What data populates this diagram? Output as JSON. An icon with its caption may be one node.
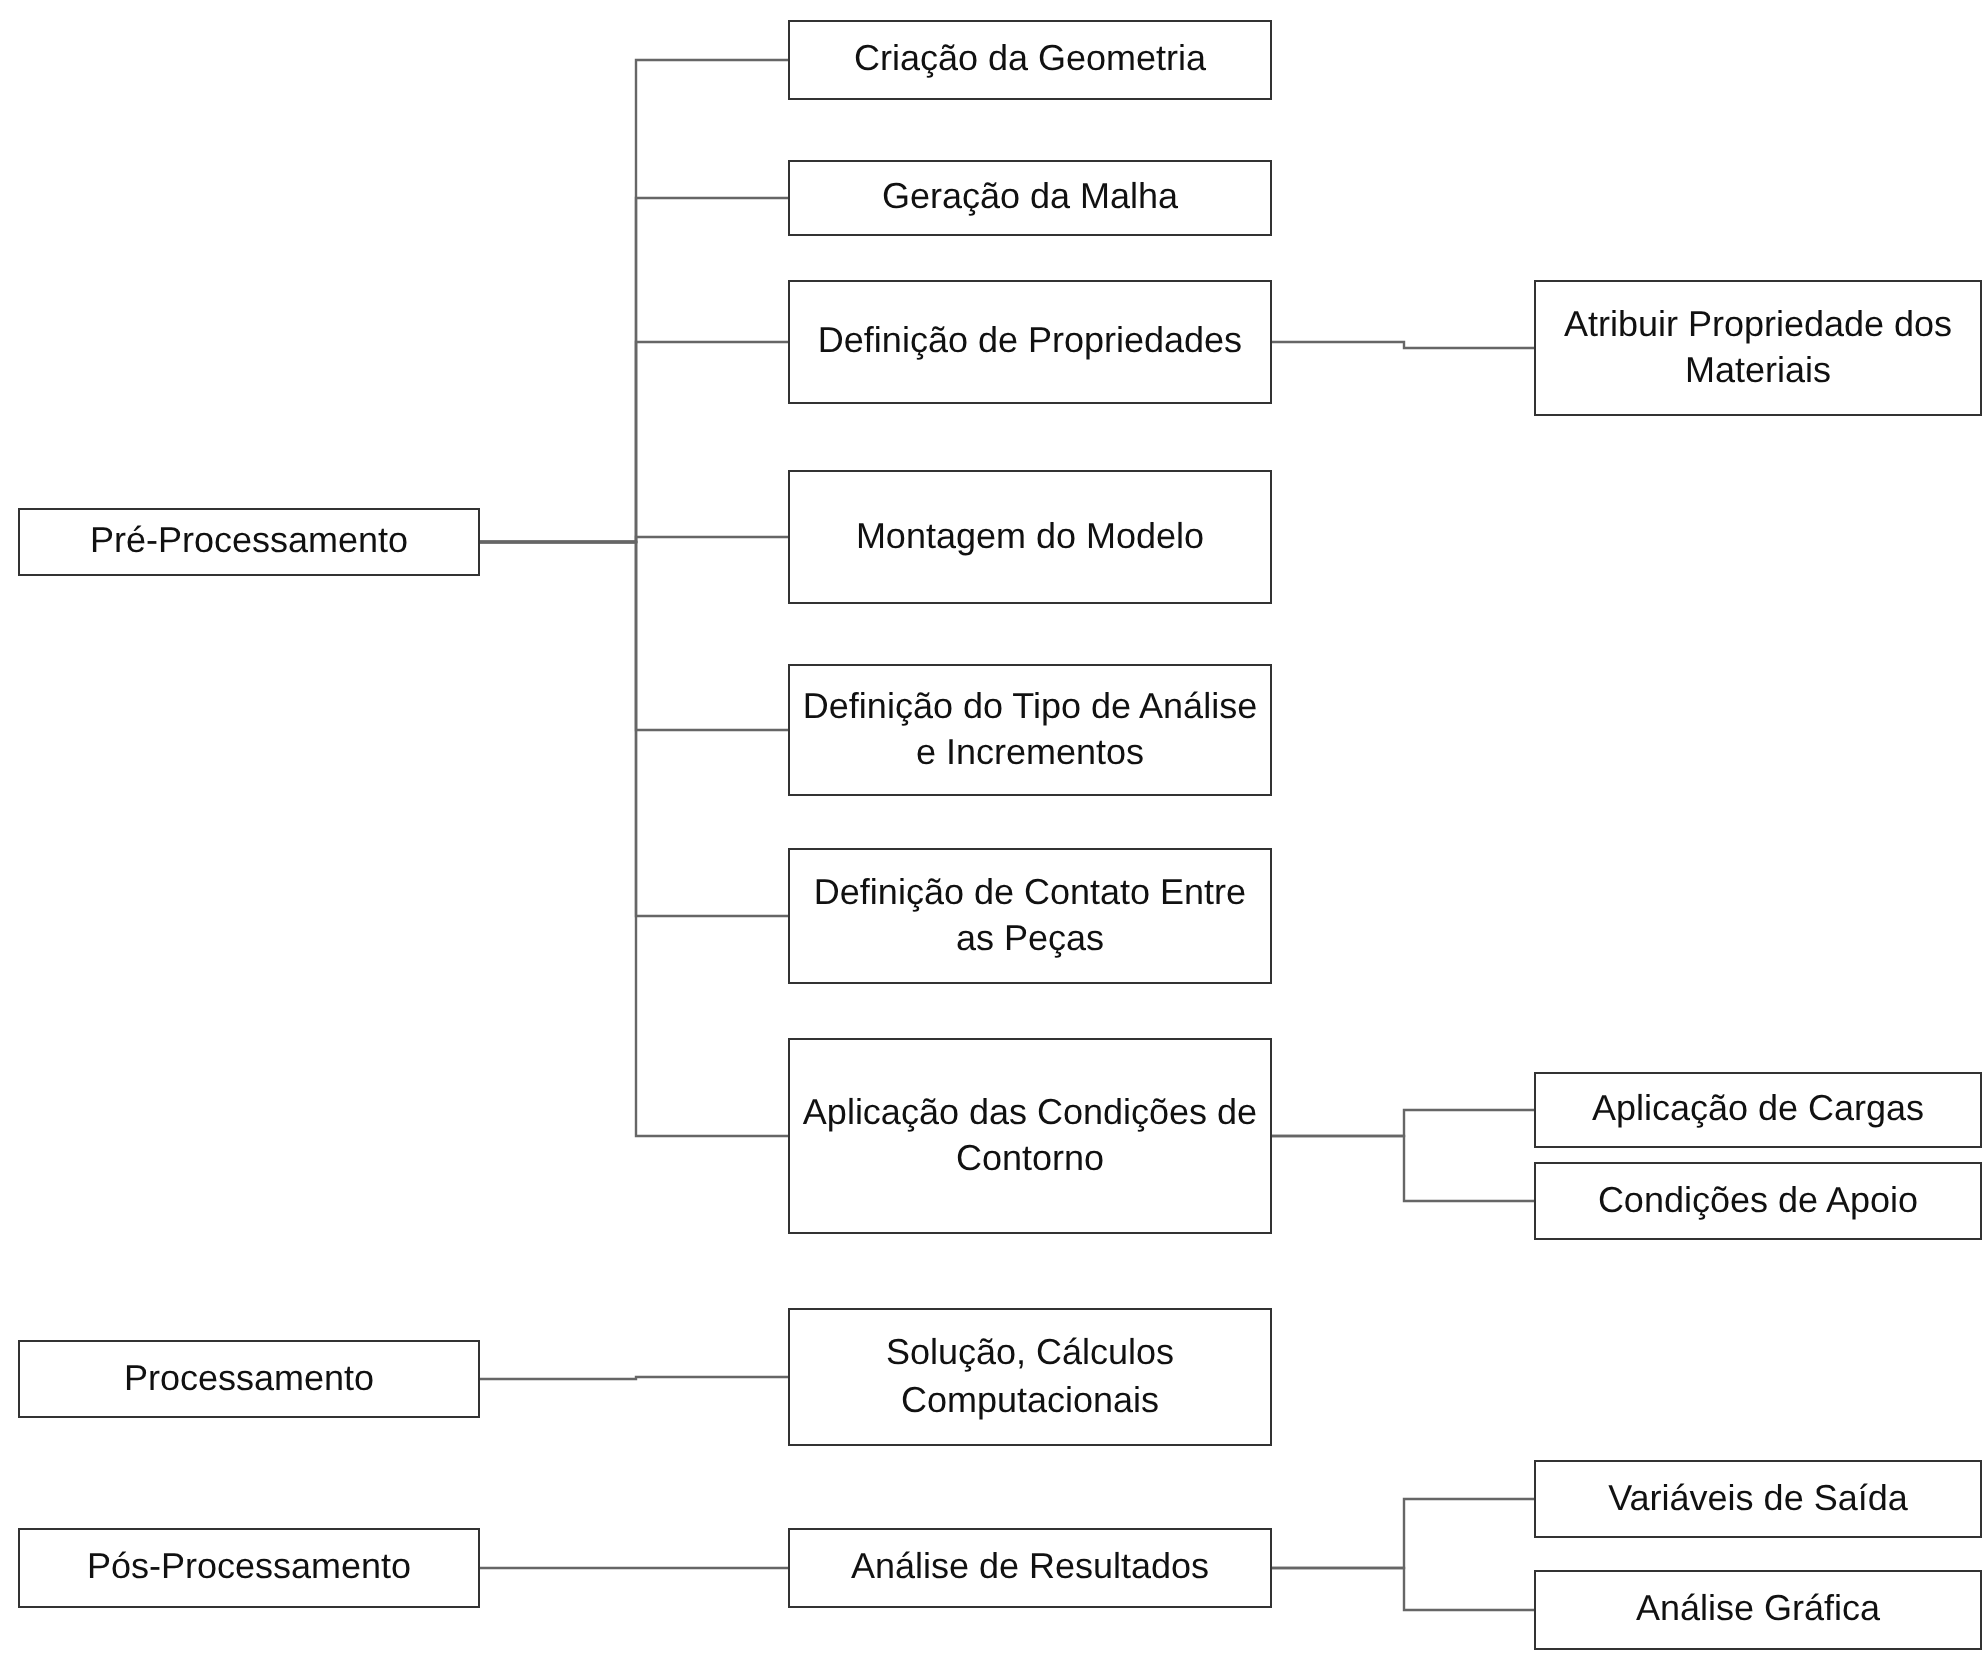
{
  "diagram": {
    "nodes": [
      {
        "text": [
          "Pré-Processamento"
        ]
      },
      {
        "text": [
          "Criação da Geometria"
        ]
      },
      {
        "text": [
          "Geração da Malha"
        ]
      },
      {
        "text": [
          "Definição de Propriedades"
        ]
      },
      {
        "text": [
          "Atribuir Propriedade dos Materiais"
        ]
      },
      {
        "text": [
          "Montagem do Modelo"
        ]
      },
      {
        "text": [
          "Definição do Tipo de Análise e Incrementos"
        ]
      },
      {
        "text": [
          "Definição de Contato Entre as Peças"
        ]
      },
      {
        "text": [
          "Aplicação das Condições de Contorno"
        ]
      },
      {
        "text": [
          "Aplicação de Cargas"
        ]
      },
      {
        "text": [
          "Condições de Apoio"
        ]
      },
      {
        "text": [
          "Processamento"
        ]
      },
      {
        "text": [
          "Solução, Cálculos Computacionais"
        ]
      },
      {
        "text": [
          "Pós-Processamento"
        ]
      },
      {
        "text": [
          "Análise de Resultados"
        ]
      },
      {
        "text": [
          "Variáveis de Saída"
        ]
      },
      {
        "text": [
          "Análise Gráfica"
        ]
      }
    ],
    "edges": [
      {
        "from": 0,
        "to": 1,
        "arrow": "none"
      },
      {
        "from": 0,
        "to": 2,
        "arrow": "none"
      },
      {
        "from": 0,
        "to": 3,
        "arrow": "none"
      },
      {
        "from": 0,
        "to": 5,
        "arrow": "none"
      },
      {
        "from": 0,
        "to": 6,
        "arrow": "none"
      },
      {
        "from": 0,
        "to": 7,
        "arrow": "none"
      },
      {
        "from": 0,
        "to": 8,
        "arrow": "none"
      },
      {
        "from": 3,
        "to": 4,
        "arrow": "none"
      },
      {
        "from": 8,
        "to": 9,
        "arrow": "none"
      },
      {
        "from": 8,
        "to": 10,
        "arrow": "none"
      },
      {
        "from": 11,
        "to": 12,
        "arrow": "none"
      },
      {
        "from": 13,
        "to": 14,
        "arrow": "none"
      },
      {
        "from": 14,
        "to": 15,
        "arrow": "none"
      },
      {
        "from": 14,
        "to": 16,
        "arrow": "none"
      }
    ]
  }
}
